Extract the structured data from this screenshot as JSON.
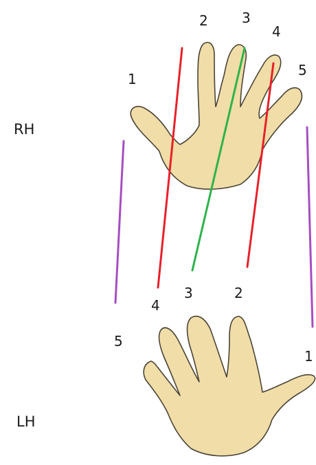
{
  "labels": {
    "right_hand": "RH",
    "left_hand": "LH"
  },
  "right_hand_fingers": {
    "f1": "1",
    "f2": "2",
    "f3": "3",
    "f4": "4",
    "f5": "5"
  },
  "left_hand_fingers": {
    "f1": "1",
    "f2": "2",
    "f3": "3",
    "f4": "4",
    "f5": "5"
  },
  "colors": {
    "hand_fill": "#f0dda8",
    "hand_outline": "#4a4436",
    "line_index_ring": "#e8202a",
    "line_middle": "#2db34a",
    "line_thumb_pinky": "#a64dc0"
  }
}
